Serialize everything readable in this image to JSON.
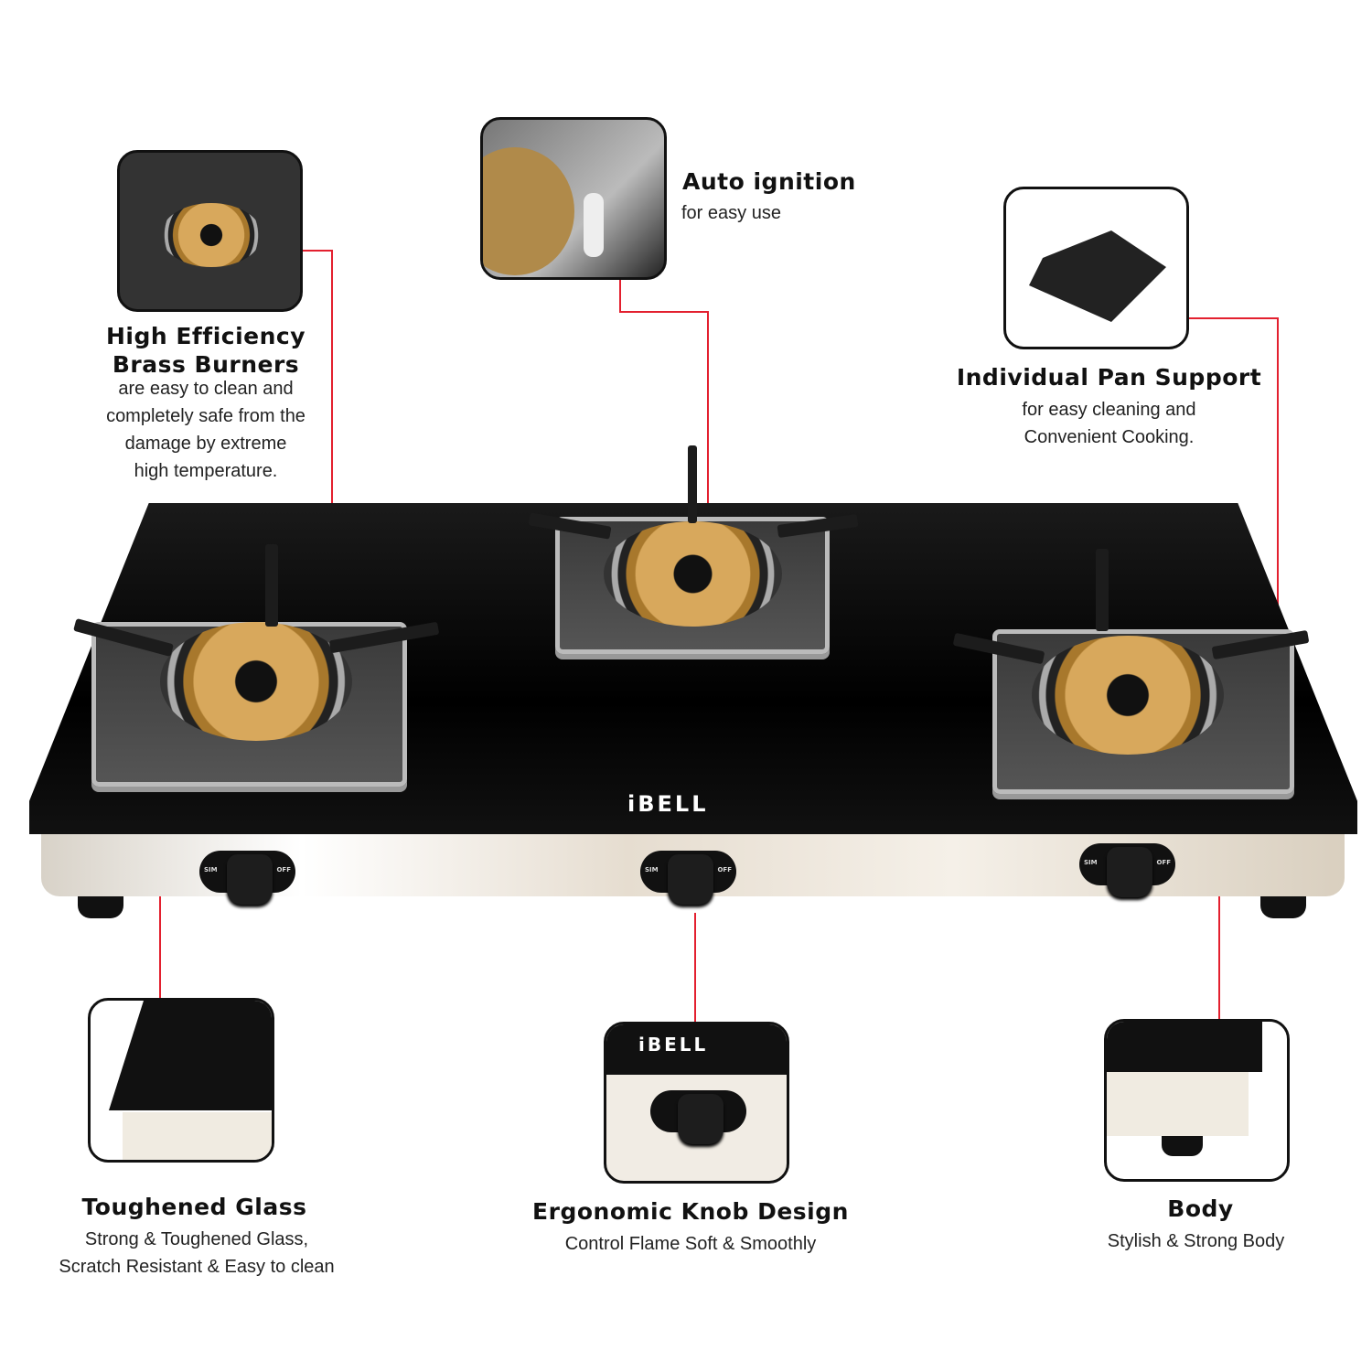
{
  "brand": "iBELL",
  "features": [
    {
      "title_lines": [
        "High Efficiency",
        "Brass Burners"
      ],
      "desc_lines": [
        "are easy to clean and",
        "completely safe from the",
        "damage by extreme",
        "high temperature."
      ]
    },
    {
      "title": "Auto ignition",
      "desc": "for easy use"
    },
    {
      "title": "Individual Pan Support",
      "desc_lines": [
        "for easy cleaning and",
        "Convenient Cooking."
      ]
    },
    {
      "title": "Toughened Glass",
      "desc_lines": [
        "Strong & Toughened Glass,",
        "Scratch Resistant & Easy to clean"
      ]
    },
    {
      "title": "Ergonomic Knob Design",
      "desc": "Control Flame Soft & Smoothly"
    },
    {
      "title": "Body",
      "desc": "Stylish & Strong Body"
    }
  ],
  "knob_labels": {
    "left": "SIM",
    "right": "OFF"
  },
  "colors": {
    "accent": "#e3202f",
    "glass": "#000000",
    "brass": "#d8a85c"
  }
}
